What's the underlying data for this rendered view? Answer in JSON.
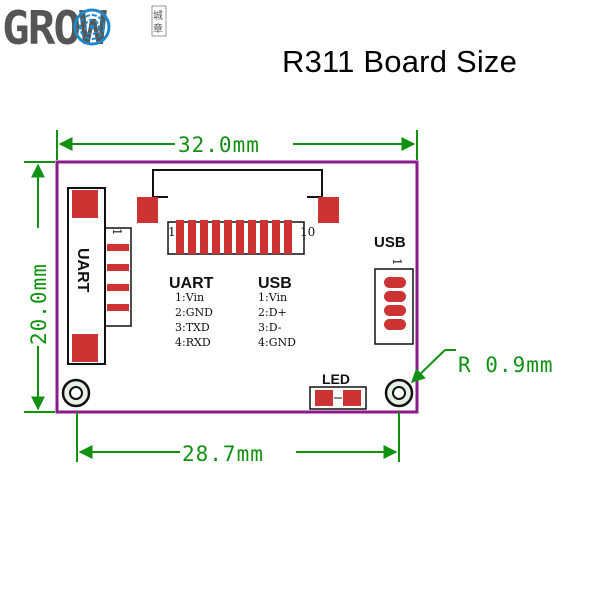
{
  "brand": {
    "logo_text": "GROW",
    "logo_seal": "城章"
  },
  "title": "R311 Board Size",
  "dimensions": {
    "width": "32.0mm",
    "height": "20.0mm",
    "hole_spacing": "28.7mm",
    "hole_radius": "R 0.9mm"
  },
  "board": {
    "uart_connector_label": "UART",
    "uart_pin1_marker": "1",
    "fpc_pin_first": "1",
    "fpc_pin_last": "10",
    "usb_connector_label": "USB",
    "usb_pin1_marker": "1",
    "led_label": "LED",
    "uart_pinout": {
      "header": "UART",
      "pins": [
        "1:Vin",
        "2:GND",
        "3:TXD",
        "4:RXD"
      ]
    },
    "usb_pinout": {
      "header": "USB",
      "pins": [
        "1:Vin",
        "2:D+",
        "3:D-",
        "4:GND"
      ]
    }
  },
  "colors": {
    "pcb_outline": "#8b1a8b",
    "pad": "#cc3333",
    "dimension": "#119111"
  }
}
